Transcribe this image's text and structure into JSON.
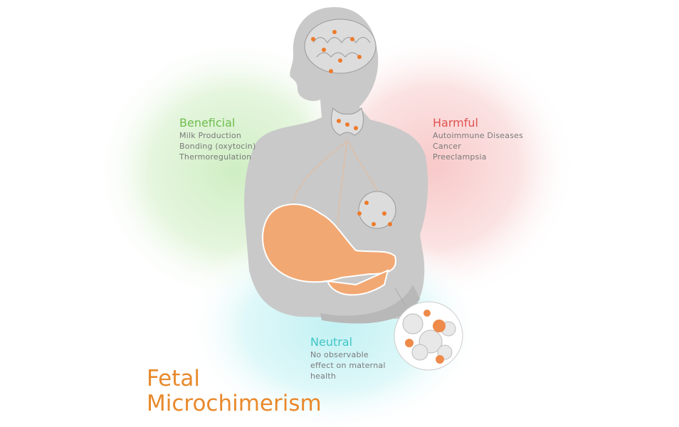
{
  "title": [
    "Fetal",
    "Microchimerism"
  ],
  "beneficial": {
    "heading": "Beneficial",
    "items": [
      "Milk Production",
      "Bonding (oxytocin)",
      "Thermoregulation"
    ]
  },
  "harmful": {
    "heading": "Harmful",
    "items": [
      "Autoimmune Diseases",
      "Cancer",
      "Preeclampsia"
    ]
  },
  "neutral": {
    "heading": "Neutral",
    "items": [
      "No observable",
      "effect on maternal",
      "health"
    ]
  },
  "colors": {
    "beneficial": "#6dbd4c",
    "harmful": "#e0524f",
    "neutral": "#3ec6c6",
    "title": "#e8892b",
    "body": "#c9c9c9",
    "baby": "#f2a873",
    "cell": "#ee8a4a"
  }
}
